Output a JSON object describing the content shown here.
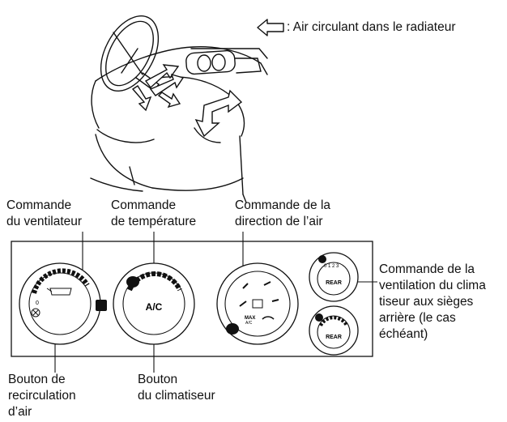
{
  "legend": {
    "text": ": Air circulant dans le radiateur"
  },
  "labels": {
    "fan": [
      "Commande",
      "du ventilateur"
    ],
    "temp": [
      "Commande",
      "de température"
    ],
    "air_dir": [
      "Commande de la",
      "direction de l’air"
    ],
    "rear_vent": [
      "Commande de la",
      "ventilation du clima",
      "tiseur aux sièges",
      "arrière (le cas",
      "échéant)"
    ],
    "recirc": [
      "Bouton de",
      "recirculation",
      "d’air"
    ],
    "ac": [
      "Bouton",
      "du climatiseur"
    ]
  },
  "dial_text": {
    "ac": "A/C",
    "rear": "REAR",
    "max": "MAX",
    "max_sub": "A/C",
    "fan_zero": "0",
    "rear_numbers": "0 1 2 3"
  }
}
